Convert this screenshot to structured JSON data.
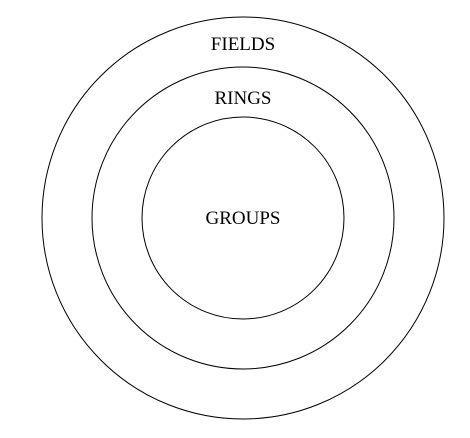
{
  "diagram": {
    "outer_label": "FIELDS",
    "middle_label": "RINGS",
    "inner_label": "GROUPS",
    "stroke_color": "#000000",
    "background_color": "#ffffff"
  }
}
